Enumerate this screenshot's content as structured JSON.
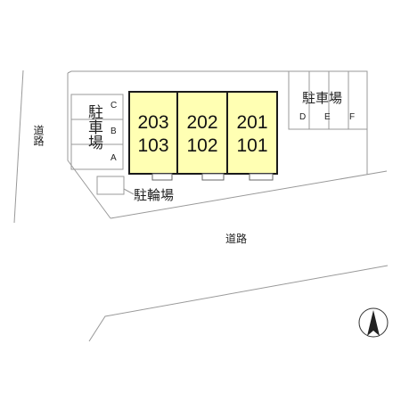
{
  "roads": {
    "left_label": "道路",
    "center_label": "道路"
  },
  "buildings": [
    {
      "upper": "203",
      "lower": "103"
    },
    {
      "upper": "202",
      "lower": "102"
    },
    {
      "upper": "201",
      "lower": "101"
    }
  ],
  "parking_left": {
    "label": "駐車場",
    "slots": [
      "C",
      "B",
      "A"
    ]
  },
  "parking_right": {
    "label": "駐車場",
    "slots": [
      "D",
      "E",
      "F"
    ]
  },
  "bicycle_parking": {
    "label": "駐輪場"
  },
  "colors": {
    "building_fill": "#ffffb3",
    "building_border": "#1a1a1a",
    "line": "#999999"
  },
  "compass": {
    "icon": "north-arrow-icon"
  }
}
